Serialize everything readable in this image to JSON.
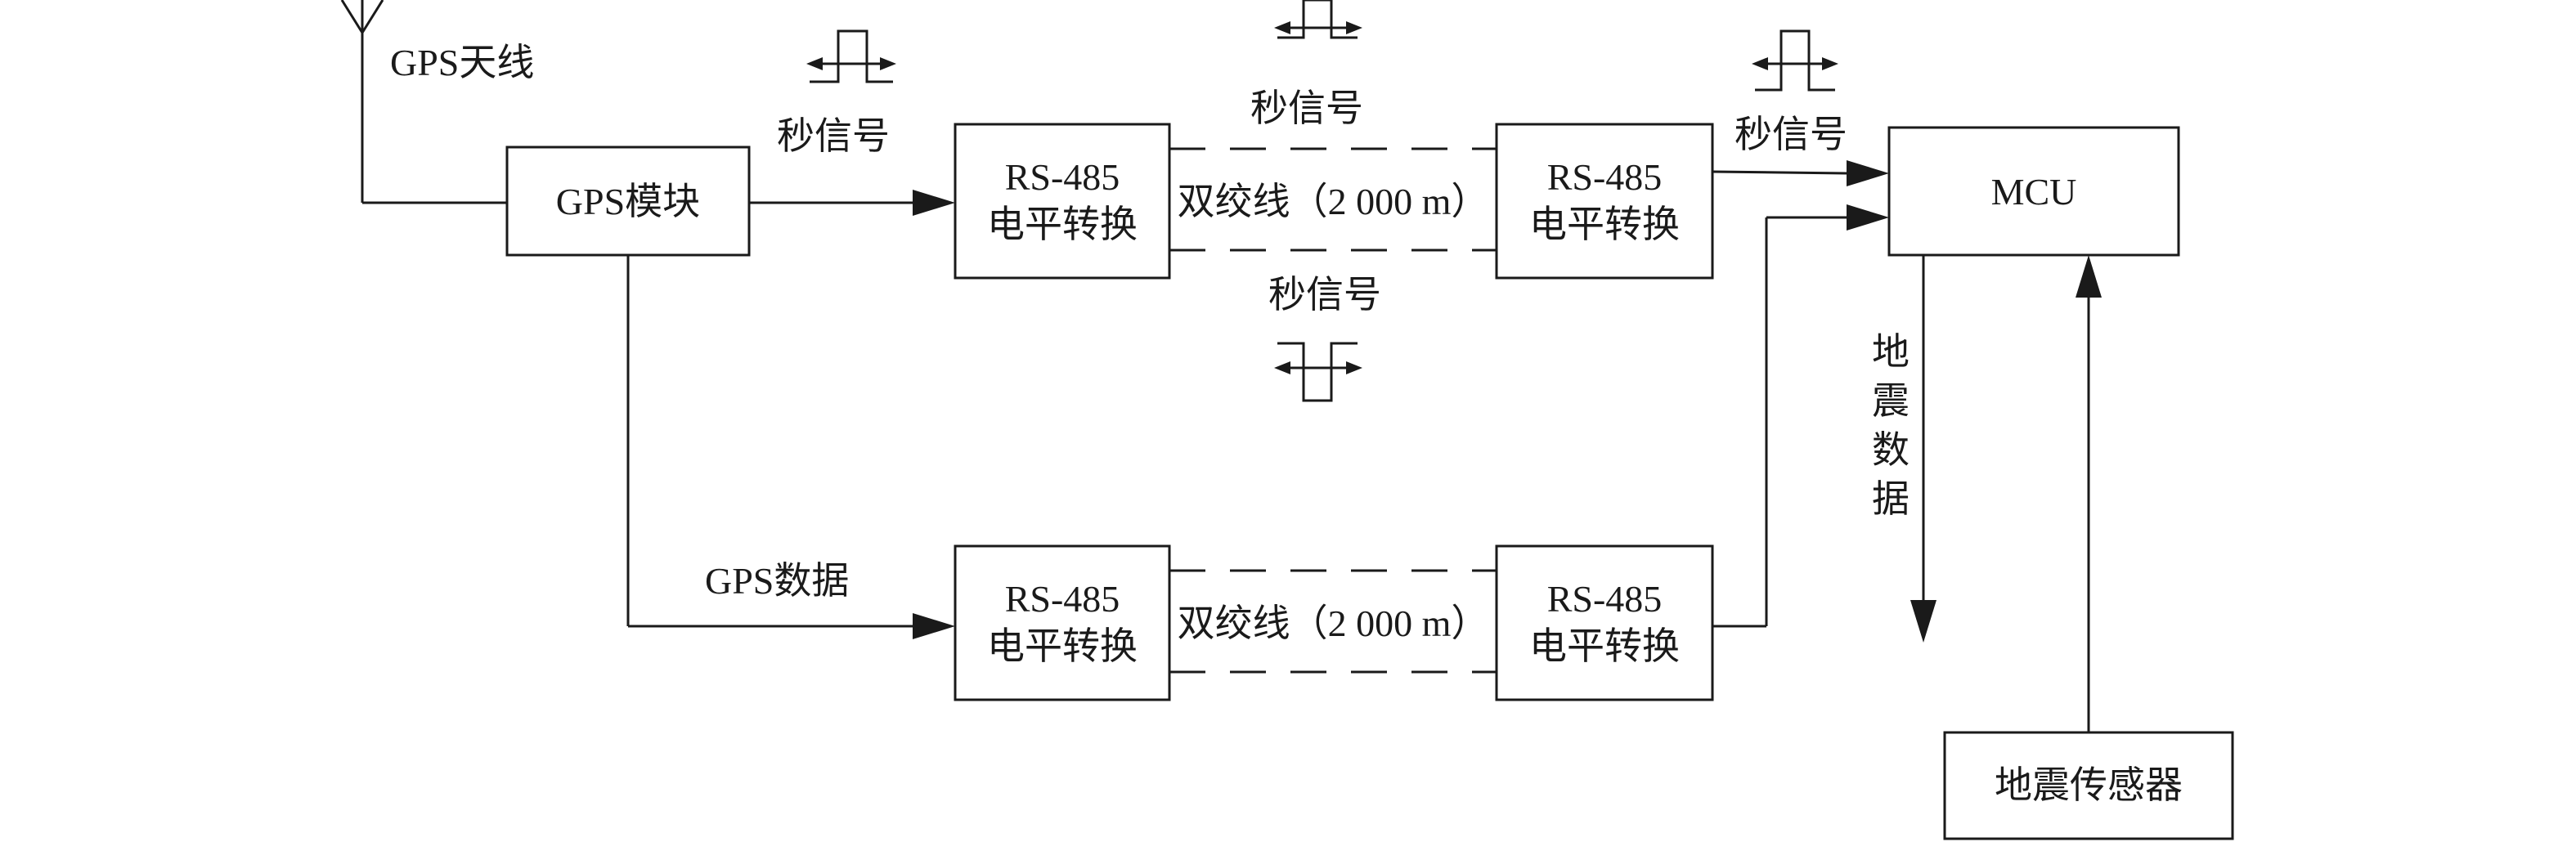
{
  "diagram": {
    "gps_antenna": "GPS天线",
    "gps_module": "GPS模块",
    "top_converter_left": {
      "line1": "RS-485",
      "line2": "电平转换"
    },
    "top_converter_right": {
      "line1": "RS-485",
      "line2": "电平转换"
    },
    "bottom_converter_left": {
      "line1": "RS-485",
      "line2": "电平转换"
    },
    "bottom_converter_right": {
      "line1": "RS-485",
      "line2": "电平转换"
    },
    "mcu": "MCU",
    "seismic_sensor": "地震传感器",
    "twisted_pair_top": "双绞线（2 000 m）",
    "twisted_pair_bottom": "双绞线（2 000 m）",
    "pps_label_gps": "秒信号",
    "pps_label_top": "秒信号",
    "pps_label_bottom": "秒信号",
    "pps_label_mcu": "秒信号",
    "gps_data_label": "GPS数据",
    "seismic_data_label": [
      "地",
      "震",
      "数",
      "据"
    ]
  }
}
